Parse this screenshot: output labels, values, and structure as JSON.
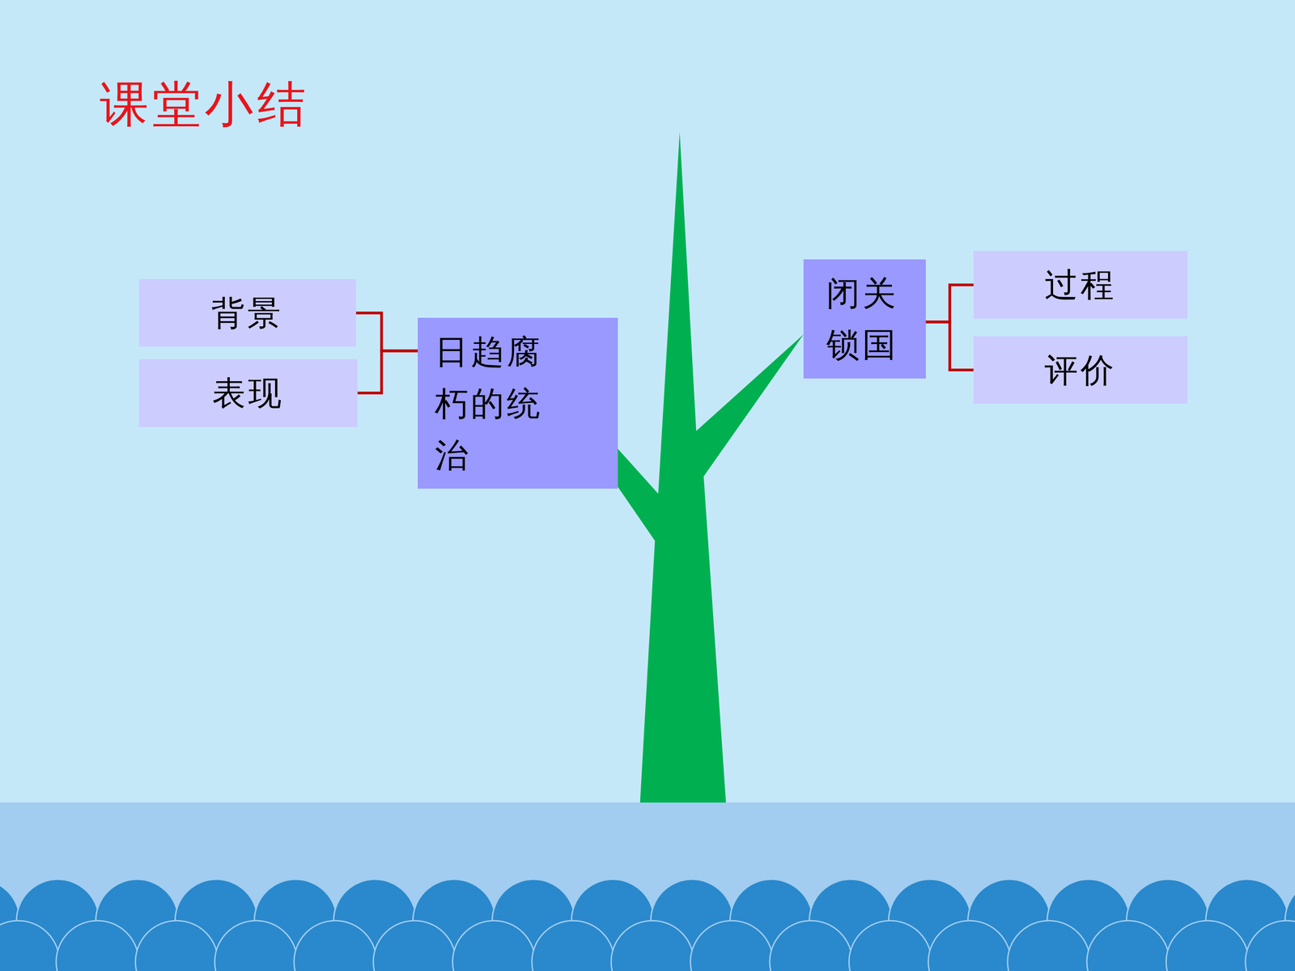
{
  "diagram": {
    "title": "课堂小结",
    "nodes": [
      {
        "text": [
          "背景"
        ]
      },
      {
        "text": [
          "表现"
        ]
      },
      {
        "text": [
          "日趋腐朽的统治"
        ]
      },
      {
        "text": [
          "闭关锁国"
        ]
      },
      {
        "text": [
          "过程"
        ]
      },
      {
        "text": [
          "评价"
        ]
      }
    ],
    "edges": [
      {
        "from": 2,
        "to": 0,
        "arrow": "none"
      },
      {
        "from": 2,
        "to": 1,
        "arrow": "none"
      },
      {
        "from": 3,
        "to": 4,
        "arrow": "none"
      },
      {
        "from": 3,
        "to": 5,
        "arrow": "none"
      }
    ]
  }
}
